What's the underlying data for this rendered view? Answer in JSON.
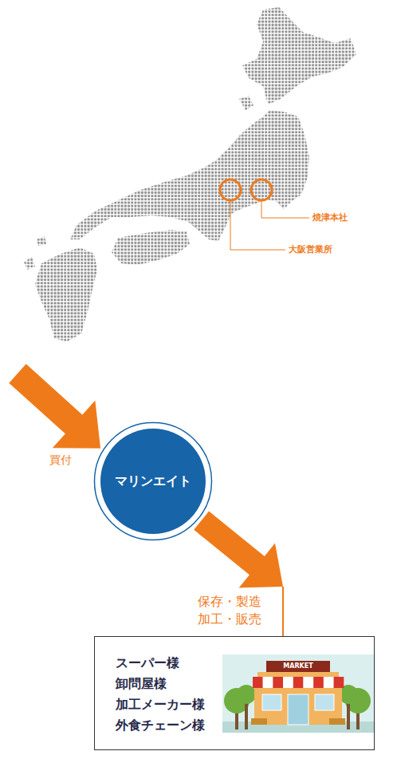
{
  "diagram": {
    "nodes": [
      {
        "text": [
          "マリンエイト"
        ]
      },
      {
        "text": [
          "スーパー様",
          "卸問屋様",
          "加工メーカー様",
          "外食チェーン様"
        ]
      }
    ],
    "edges": [
      {
        "from": 0,
        "to": 1,
        "arrow": "to",
        "label": "保存・製造 加工・販売"
      }
    ],
    "labels": [
      "焼津本社",
      "大阪営業所",
      "買付",
      "MARKET"
    ]
  }
}
